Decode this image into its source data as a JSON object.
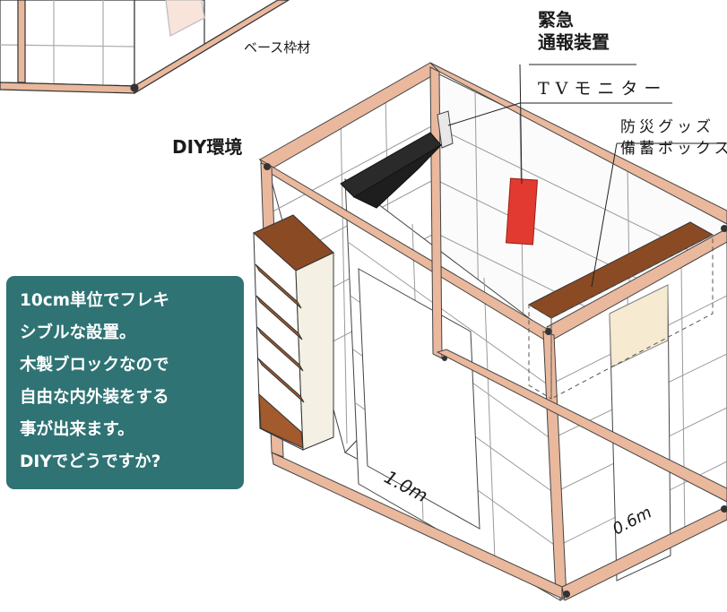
{
  "labels": {
    "base_frame": "ベース枠材",
    "diy_environment": "DIY環境",
    "emergency_alarm_line1": "緊急",
    "emergency_alarm_line2": "通報装置",
    "tv_monitor": "TVモニター",
    "disaster_box_line1": "防災グッズ",
    "disaster_box_line2": "備蓄ボックス"
  },
  "dimensions": {
    "width_label": "1.0m",
    "depth_label": "0.6m"
  },
  "callout": {
    "lines": [
      "10cm単位でフレキ",
      "シブルな設置。",
      "木製ブロックなので",
      "自由な内外装をする",
      "事が出来ます。",
      "DIYでどうですか?"
    ]
  },
  "colors": {
    "wood_frame": "#e9b89d",
    "wood_shelf": "#8a4a24",
    "callout_bg": "#2f7374",
    "alarm_red": "#e23a30",
    "panel": "#ffffff",
    "block_line": "#9a9a9a"
  }
}
